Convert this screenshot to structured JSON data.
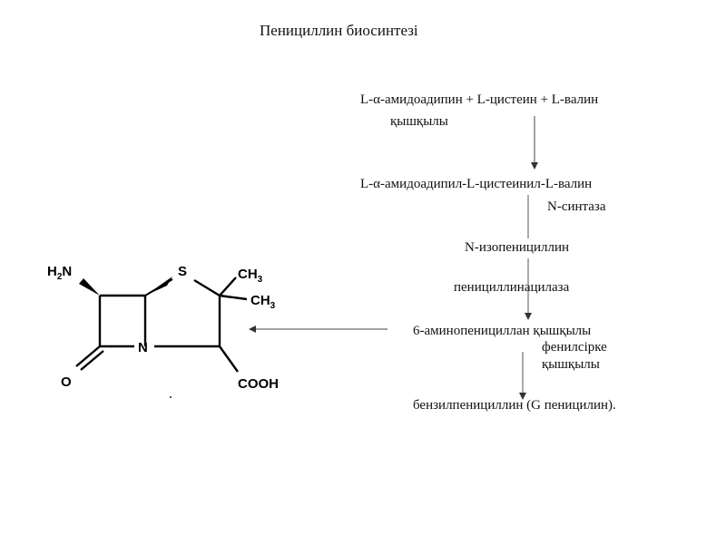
{
  "title": "Пенициллин биосинтезі",
  "steps": {
    "line1": "L-α-амидоадипин + L-цистеин + L-валин",
    "line1b": "қышқылы",
    "line2": "L-α-амидоадипил-L-цистеинил-L-валин",
    "enzyme1": "N-синтаза",
    "line3": "N-изопенициллин",
    "enzyme2": "пенициллинацилаза",
    "line4": "6-аминопенициллан қышқылы",
    "reagent1": "фенилсірке",
    "reagent2": "қышқылы",
    "line5": "бензилпенициллин (G пеницилин)."
  },
  "structure": {
    "h2n_h": "H",
    "h2n_2": "2",
    "h2n_n": "N",
    "sulfur": "S",
    "ch3a_c": "CH",
    "ch3a_3": "3",
    "ch3b_c": "CH",
    "ch3b_3": "3",
    "nitrogen": "N",
    "oxygen": "O",
    "cooh": "COOH"
  }
}
